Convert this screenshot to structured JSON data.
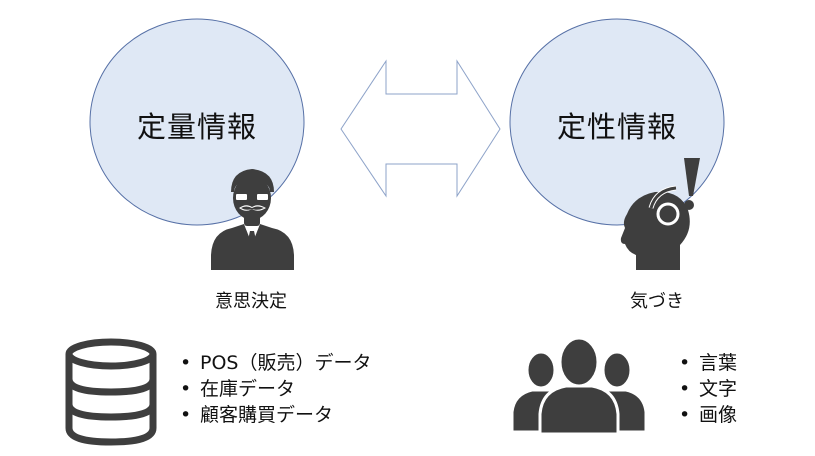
{
  "left": {
    "title": "定量情報",
    "caption": "意思決定",
    "bullets": [
      "POS（販売）データ",
      "在庫データ",
      "顧客購買データ"
    ]
  },
  "right": {
    "title": "定性情報",
    "caption": "気づき",
    "bullets": [
      "言葉",
      "文字",
      "画像"
    ]
  },
  "colors": {
    "circle_fill": "#dfe8f5",
    "circle_stroke": "#5670a6",
    "icon": "#3e3e3e",
    "arrow_stroke": "#8ea3c9"
  },
  "icons": [
    "businessman-icon",
    "head-headset-exclamation-icon",
    "database-icon",
    "people-group-icon"
  ]
}
